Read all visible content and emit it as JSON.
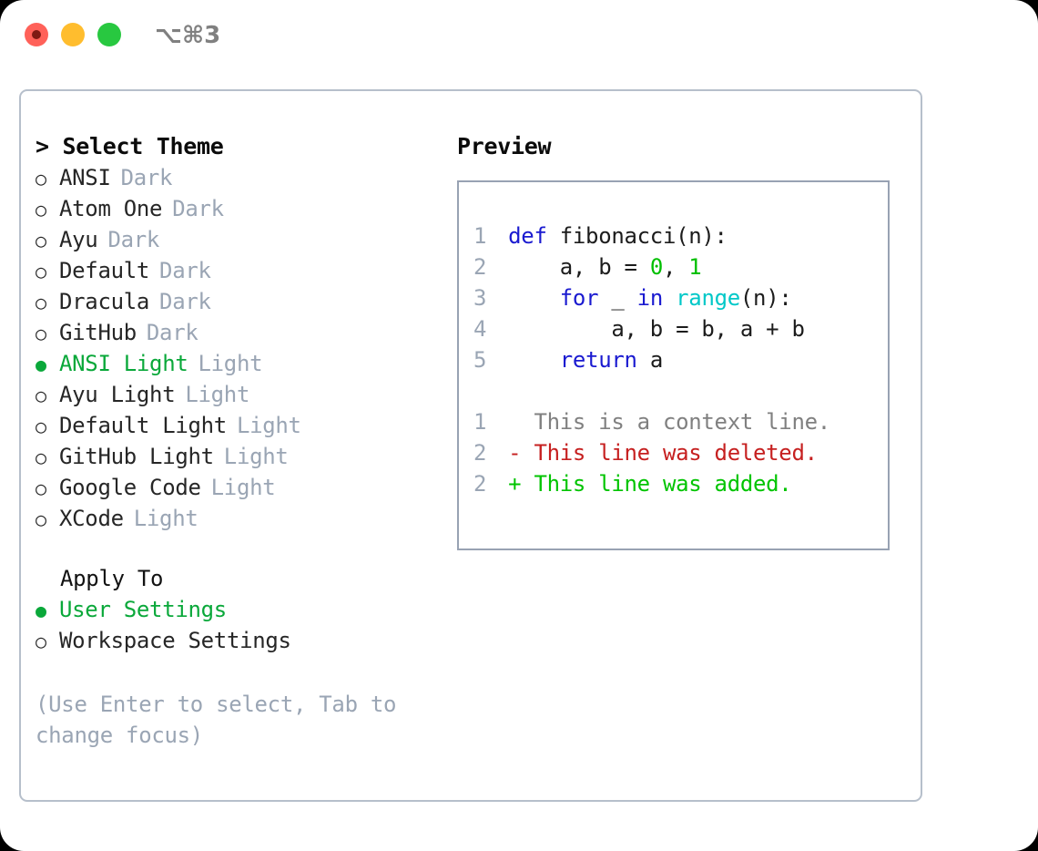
{
  "window": {
    "shortcut_label": "⌥⌘3",
    "traffic_lights": [
      {
        "name": "close",
        "color": "#ff6159"
      },
      {
        "name": "minimize",
        "color": "#ffbd2e"
      },
      {
        "name": "zoom",
        "color": "#28c840"
      }
    ]
  },
  "colors": {
    "accent_green": "#0aa83a",
    "muted": "#9aa5b4",
    "border": "#b6bfcb",
    "preview_border": "#98a2b3",
    "keyword_blue": "#1a1ad0",
    "function_cyan": "#00c8c8",
    "number_green": "#00bf00",
    "diff_add": "#00c400",
    "diff_del": "#c62020",
    "diff_context": "#808080"
  },
  "theme_panel": {
    "title": "> Select Theme",
    "items": [
      {
        "marker": "○",
        "label": "ANSI",
        "suffix": "Dark",
        "selected": false
      },
      {
        "marker": "○",
        "label": "Atom One",
        "suffix": "Dark",
        "selected": false
      },
      {
        "marker": "○",
        "label": "Ayu",
        "suffix": "Dark",
        "selected": false
      },
      {
        "marker": "○",
        "label": "Default",
        "suffix": "Dark",
        "selected": false
      },
      {
        "marker": "○",
        "label": "Dracula",
        "suffix": "Dark",
        "selected": false
      },
      {
        "marker": "○",
        "label": "GitHub",
        "suffix": "Dark",
        "selected": false
      },
      {
        "marker": "●",
        "label": "ANSI Light",
        "suffix": "Light",
        "selected": true
      },
      {
        "marker": "○",
        "label": "Ayu Light",
        "suffix": "Light",
        "selected": false
      },
      {
        "marker": "○",
        "label": "Default Light",
        "suffix": "Light",
        "selected": false
      },
      {
        "marker": "○",
        "label": "GitHub Light",
        "suffix": "Light",
        "selected": false
      },
      {
        "marker": "○",
        "label": "Google Code",
        "suffix": "Light",
        "selected": false
      },
      {
        "marker": "○",
        "label": "XCode",
        "suffix": "Light",
        "selected": false
      }
    ]
  },
  "apply_to": {
    "title": "Apply To",
    "items": [
      {
        "marker": "●",
        "label": "User Settings",
        "selected": true
      },
      {
        "marker": "○",
        "label": "Workspace Settings",
        "selected": false
      }
    ]
  },
  "hint": "(Use Enter to select, Tab to change focus)",
  "preview": {
    "title": "Preview",
    "code_lines": [
      {
        "no": "1",
        "tokens": [
          {
            "t": "def",
            "c": "kw"
          },
          {
            "t": " fibonacci(n):",
            "c": "plain"
          }
        ]
      },
      {
        "no": "2",
        "tokens": [
          {
            "t": "    a, b = ",
            "c": "plain"
          },
          {
            "t": "0",
            "c": "num"
          },
          {
            "t": ", ",
            "c": "plain"
          },
          {
            "t": "1",
            "c": "num"
          }
        ]
      },
      {
        "no": "3",
        "tokens": [
          {
            "t": "    ",
            "c": "plain"
          },
          {
            "t": "for",
            "c": "kw"
          },
          {
            "t": " _ ",
            "c": "plain"
          },
          {
            "t": "in",
            "c": "kw"
          },
          {
            "t": " ",
            "c": "plain"
          },
          {
            "t": "range",
            "c": "fn"
          },
          {
            "t": "(n):",
            "c": "plain"
          }
        ]
      },
      {
        "no": "4",
        "tokens": [
          {
            "t": "        a, b = b, a + b",
            "c": "plain"
          }
        ]
      },
      {
        "no": "5",
        "tokens": [
          {
            "t": "    ",
            "c": "plain"
          },
          {
            "t": "return",
            "c": "kw"
          },
          {
            "t": " a",
            "c": "plain"
          }
        ]
      }
    ],
    "diff_lines": [
      {
        "no": "1",
        "text": "  This is a context line.",
        "kind": "context"
      },
      {
        "no": "2",
        "text": "- This line was deleted.",
        "kind": "del"
      },
      {
        "no": "2",
        "text": "+ This line was added.",
        "kind": "add"
      }
    ]
  }
}
